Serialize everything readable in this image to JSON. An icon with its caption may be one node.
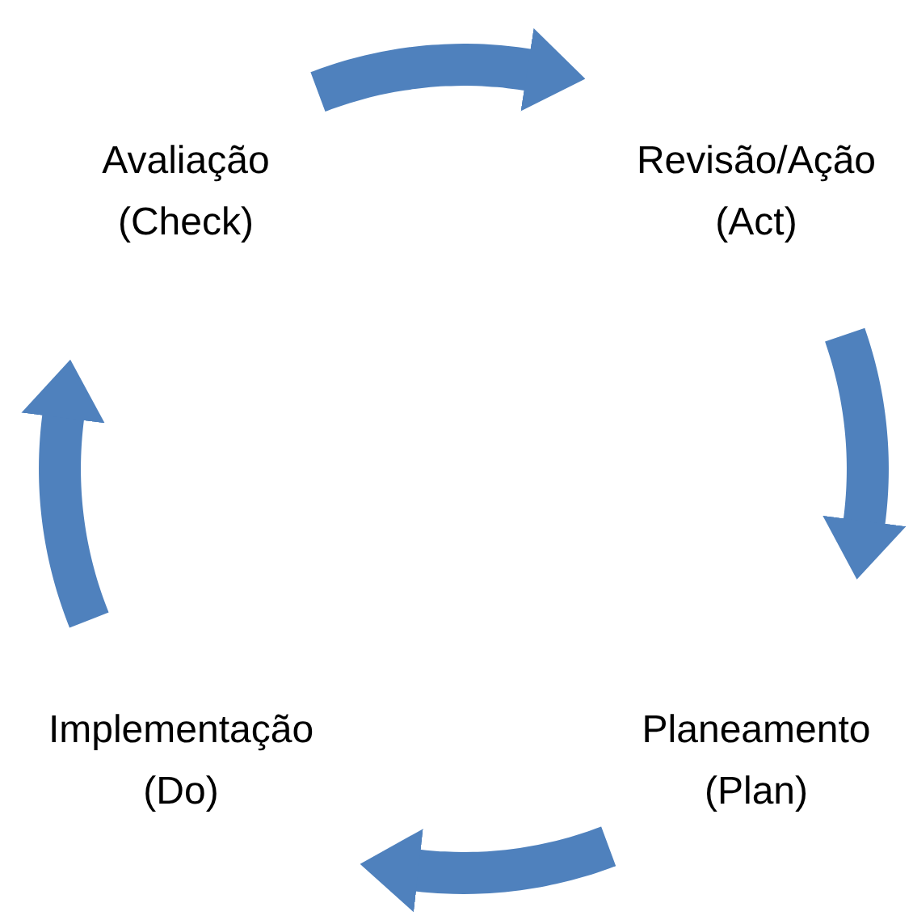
{
  "diagram": {
    "nodes": [
      {
        "text": [
          "Avaliação",
          "(Check)"
        ]
      },
      {
        "text": [
          "Revisão/Ação",
          "(Act)"
        ]
      },
      {
        "text": [
          "Implementação",
          "(Do)"
        ]
      },
      {
        "text": [
          "Planeamento",
          "(Plan)"
        ]
      }
    ],
    "edges": [
      {
        "from": 0,
        "to": 1,
        "arrow": "to"
      },
      {
        "from": 1,
        "to": 3,
        "arrow": "to"
      },
      {
        "from": 3,
        "to": 2,
        "arrow": "to"
      },
      {
        "from": 2,
        "to": 0,
        "arrow": "to"
      }
    ]
  }
}
